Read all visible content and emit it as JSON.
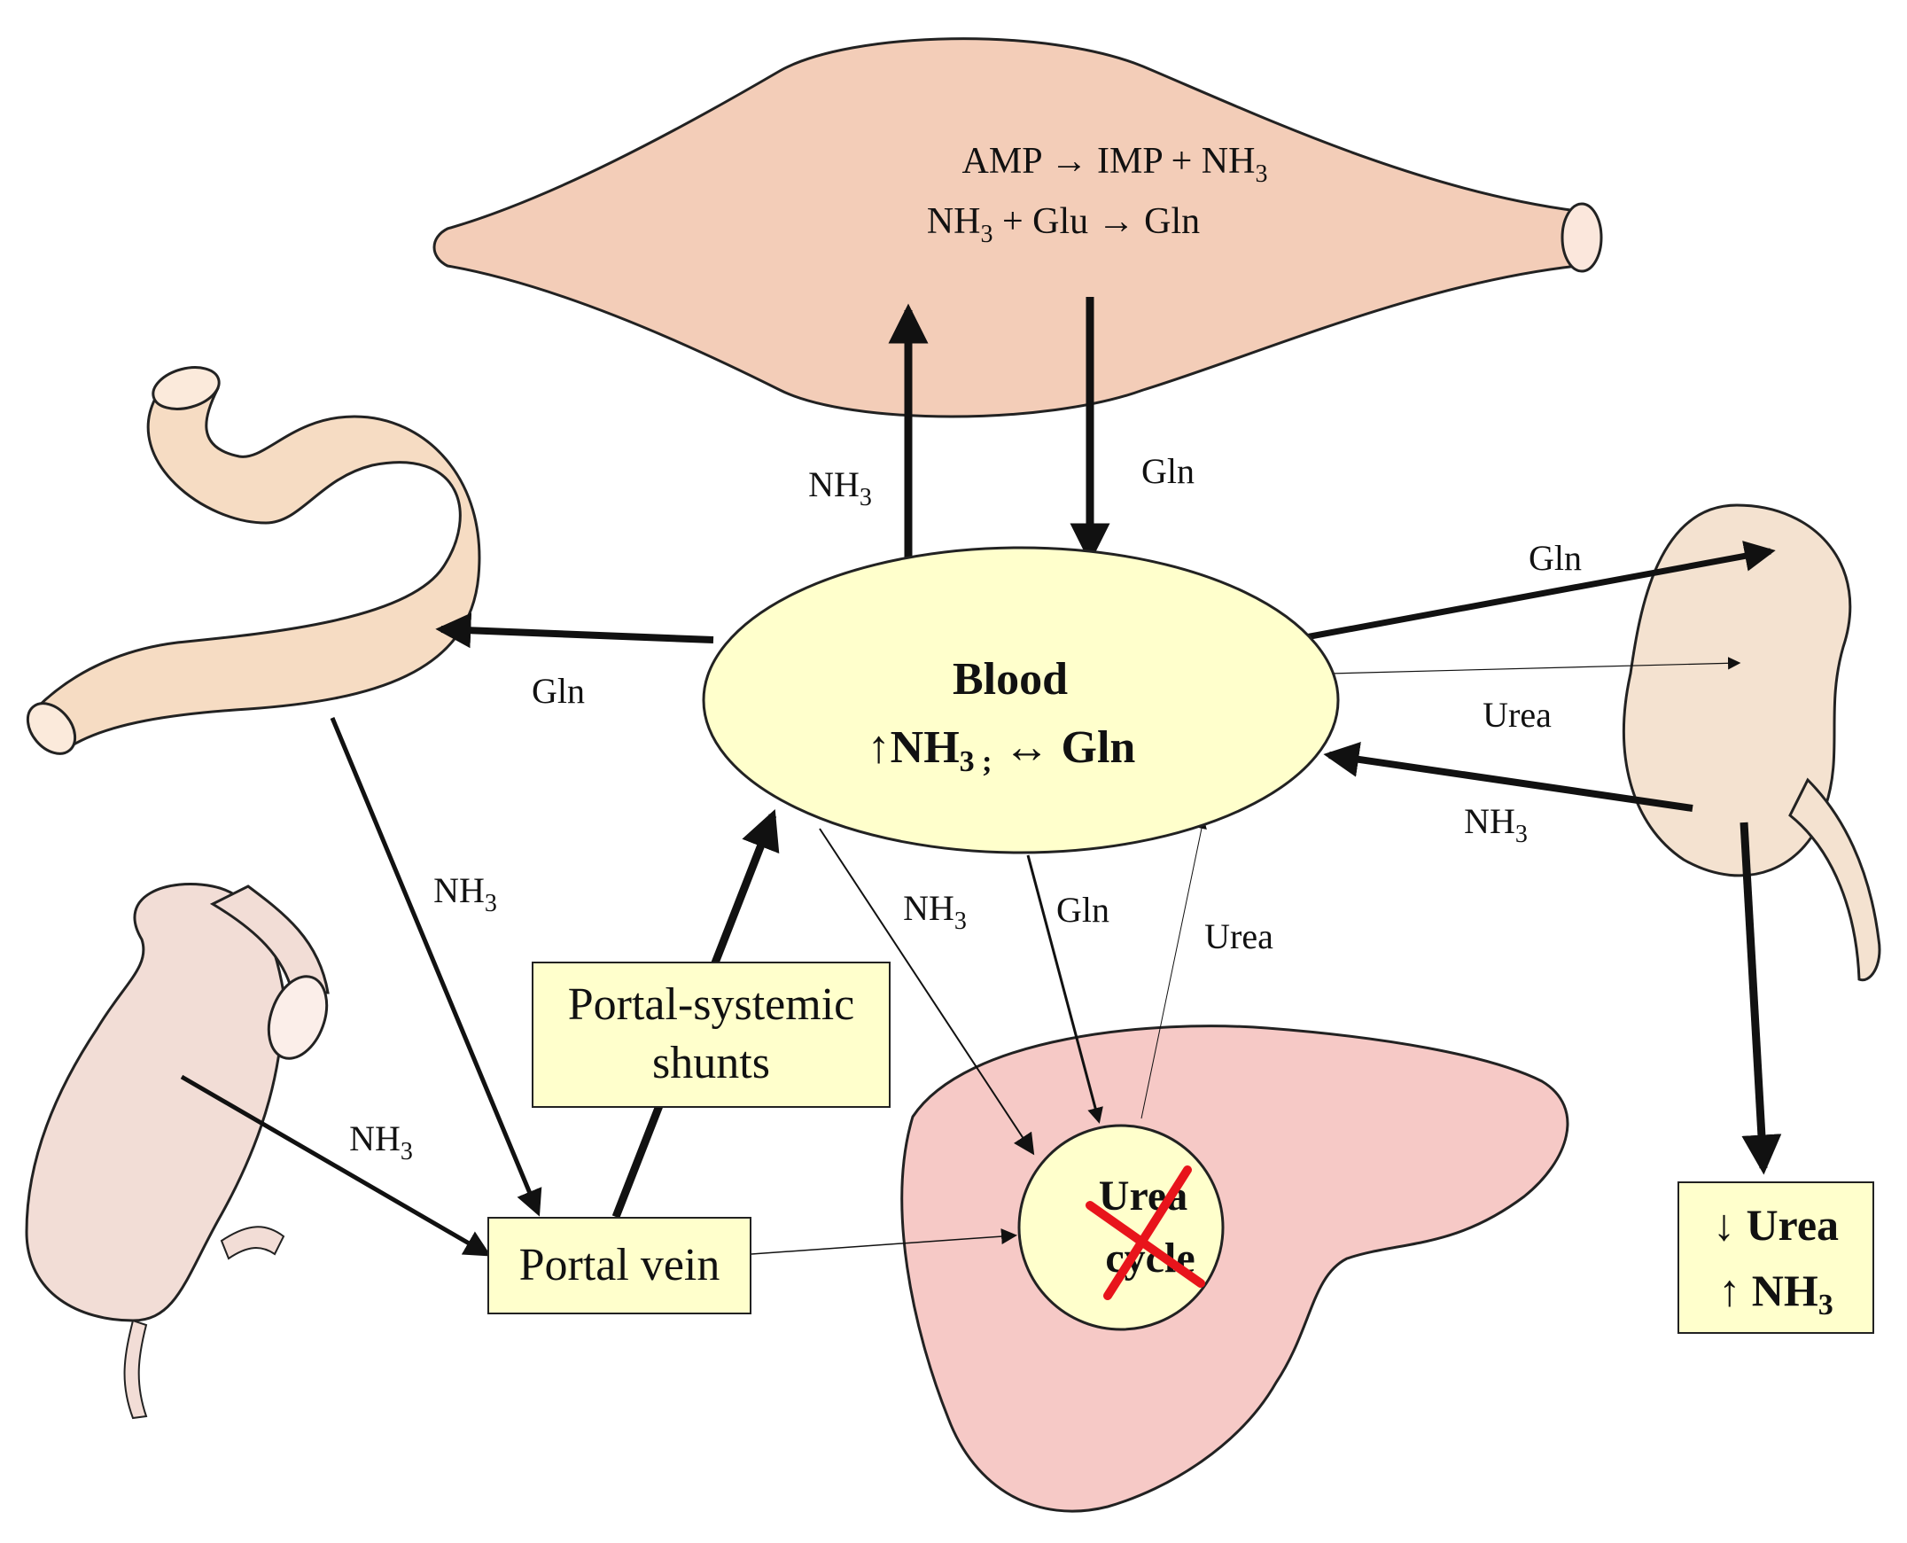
{
  "muscle": {
    "reaction_1": {
      "prefix": "AMP → IMP + NH",
      "sub": "3"
    },
    "reaction_2": {
      "prefix": "NH",
      "sub": "3",
      "suffix": " + Glu  → Gln"
    }
  },
  "blood": {
    "title": "Blood",
    "status_prefix": "↑NH",
    "status_sub": "3 ;",
    "status_suffix": " ↔ Gln"
  },
  "arrows": {
    "blood_to_muscle": {
      "base": "NH",
      "sub": "3"
    },
    "muscle_to_blood": "Gln",
    "blood_to_gut": "Gln",
    "gut_to_portal": {
      "base": "NH",
      "sub": "3"
    },
    "colon_to_portal": {
      "base": "NH",
      "sub": "3"
    },
    "blood_to_kidney_gln": "Gln",
    "blood_to_kidney_urea": "Urea",
    "kidney_to_blood": {
      "base": "NH",
      "sub": "3"
    },
    "blood_to_liver_nh3": {
      "base": "NH",
      "sub": "3"
    },
    "blood_to_liver_gln": "Gln",
    "liver_to_blood_urea": "Urea"
  },
  "boxes": {
    "shunts": [
      "Portal-systemic",
      "shunts"
    ],
    "portal_vein": "Portal vein",
    "kidney_output": {
      "line_1": "↓ Urea",
      "line_2_prefix": "↑ NH",
      "line_2_sub": "3"
    }
  },
  "liver": {
    "urea_cycle": [
      "Urea",
      "cycle"
    ],
    "blocked_mark_color": "#e8141b"
  },
  "colors": {
    "muscle": "#f3cdb8",
    "gut": "#f6dcc3",
    "colon": "#f2ddd6",
    "kidney": "#f4e2d0",
    "liver": "#f6c9c6",
    "highlight": "#ffffcc"
  }
}
